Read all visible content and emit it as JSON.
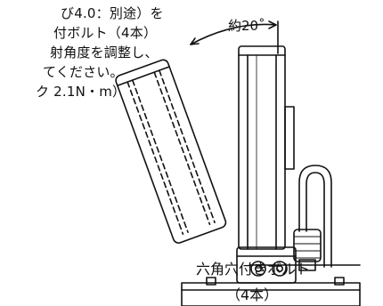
{
  "instructions": {
    "lines": [
      "び4.0：別途）を",
      "付ボルト（4本）",
      "射角度を調整し、",
      "てください。",
      "ク 2.1N・m）"
    ]
  },
  "diagram": {
    "angle_label": "約20˚",
    "bolt_label_line1": "六角穴付きボルト",
    "bolt_label_line2": "（4本）"
  }
}
